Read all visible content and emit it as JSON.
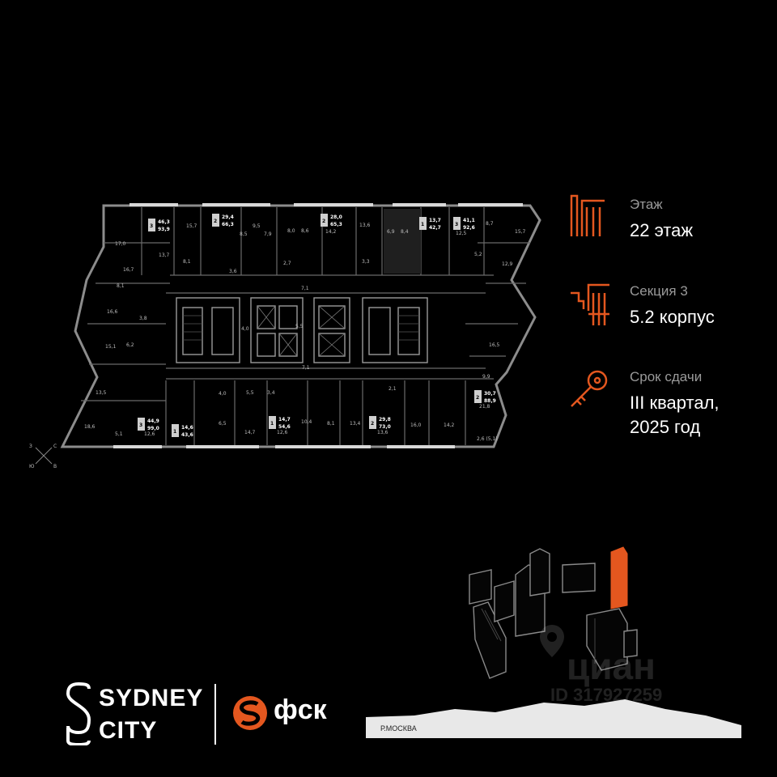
{
  "floor": {
    "label": "Этаж",
    "value": "22 этаж"
  },
  "section": {
    "label": "Секция 3",
    "value": "5.2 корпус"
  },
  "delivery": {
    "label": "Срок сдачи",
    "value_line1": "III квартал,",
    "value_line2": "2025 год"
  },
  "brand": {
    "logo_line1": "SYDNEY",
    "logo_line2": "CITY",
    "partner": "фск"
  },
  "watermark": {
    "brand": "циан",
    "id": "ID 317927259"
  },
  "map": {
    "river_label": "Р.МОСКВА"
  },
  "compass": {
    "n": "С",
    "s": "Ю",
    "w": "З",
    "e": "В"
  },
  "colors": {
    "accent": "#e4571f",
    "background": "#000000",
    "label": "#9a9a9a"
  },
  "apartments": [
    {
      "rooms": "3",
      "living": "46,3",
      "total": "93,9"
    },
    {
      "rooms": "2",
      "living": "29,4",
      "total": "66,3"
    },
    {
      "rooms": "2",
      "living": "28,0",
      "total": "65,3"
    },
    {
      "rooms": "1",
      "living": "13,7",
      "total": "42,7"
    },
    {
      "rooms": "3",
      "living": "41,1",
      "total": "92,6"
    },
    {
      "rooms": "2",
      "living": "30,7",
      "total": "88,9"
    },
    {
      "rooms": "3",
      "living": "44,9",
      "total": "99,0"
    },
    {
      "rooms": "1",
      "living": "14,6",
      "total": "43,6"
    },
    {
      "rooms": "1",
      "living": "14,7",
      "total": "54,6"
    },
    {
      "rooms": "2",
      "living": "29,8",
      "total": "73,0"
    }
  ],
  "room_areas": [
    "17,0",
    "16,7",
    "8,1",
    "16,6",
    "3,8",
    "15,1",
    "6,2",
    "15,7",
    "13,7",
    "8,1",
    "8,5",
    "7,9",
    "9,5",
    "8,0",
    "8,6",
    "14,2",
    "13,6",
    "6,9",
    "8,4",
    "12,5",
    "8,7",
    "15,7",
    "12,9",
    "5,2",
    "7,1",
    "5,5",
    "4,0",
    "3,6",
    "3,3",
    "2,7",
    "7,1",
    "16,5",
    "9,9",
    "13,5",
    "18,6",
    "5,1",
    "12,6",
    "14,7",
    "12,6",
    "10,4",
    "8,1",
    "13,4",
    "13,6",
    "16,0",
    "14,2",
    "21,8",
    "2,6 (5,1)",
    "6,5",
    "4,0",
    "5,5",
    "3,4",
    "2,1"
  ]
}
